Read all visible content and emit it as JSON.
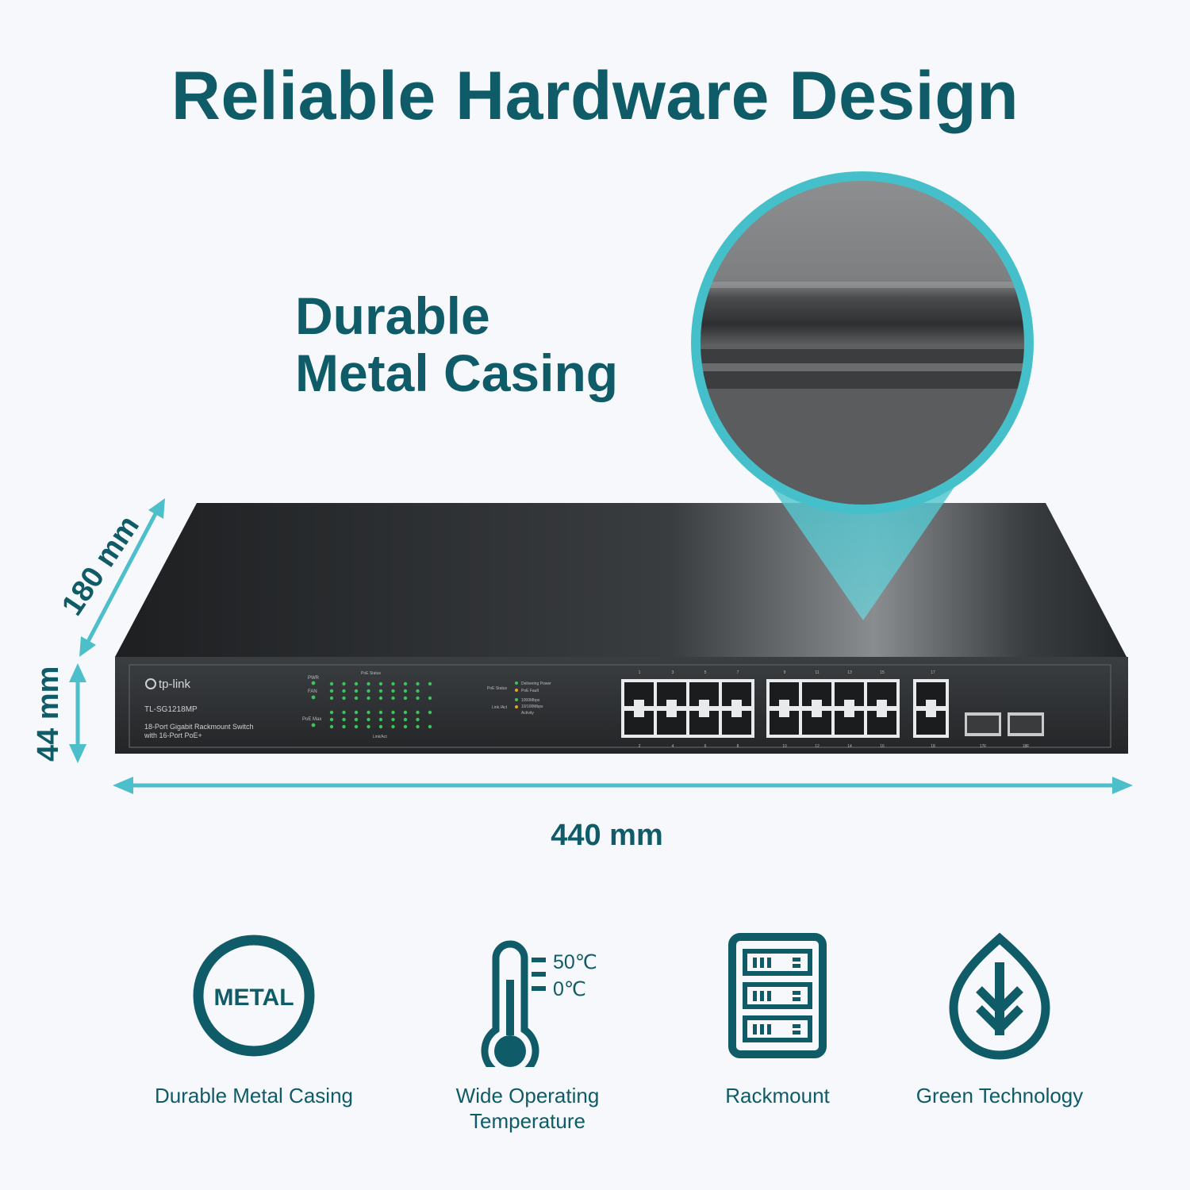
{
  "title": "Reliable Hardware Design",
  "headline": {
    "line1": "Durable",
    "line2": "Metal Casing"
  },
  "device": {
    "brand": "tp-link",
    "model": "TL-SG1218MP",
    "description_line1": "18-Port Gigabit Rackmount Switch",
    "description_line2": "with 16-Port PoE+",
    "led_labels": {
      "pwr": "PWR",
      "fan": "FAN",
      "poe_max": "PoE Max",
      "poe_status": "PoE Status",
      "link_act": "Link/Act"
    },
    "legend": {
      "poe_status": "PoE Status",
      "delivering": "Delivering Power",
      "fault": "PoE Fault",
      "link_act": "Link /Act",
      "speed_1000": "1000Mbps",
      "speed_10_100": "10/100Mbps",
      "activity": "Activity"
    },
    "port_top_numbers": [
      "1",
      "3",
      "5",
      "7",
      "9",
      "11",
      "13",
      "15",
      "17"
    ],
    "port_bottom_numbers": [
      "2",
      "4",
      "6",
      "8",
      "10",
      "12",
      "14",
      "16",
      "18"
    ],
    "sfp_labels": [
      "17F",
      "18F"
    ]
  },
  "dimensions": {
    "width": "440 mm",
    "height": "44 mm",
    "depth": "180 mm"
  },
  "features": [
    {
      "label": "Durable Metal Casing",
      "icon": "metal-badge-icon",
      "icon_text": "METAL"
    },
    {
      "label": "Wide Operating Temperature",
      "icon": "thermometer-icon",
      "temp_high": "50℃",
      "temp_low": "0℃"
    },
    {
      "label": "Rackmount",
      "icon": "rack-server-icon"
    },
    {
      "label": "Green Technology",
      "icon": "leaf-icon"
    }
  ],
  "colors": {
    "brand_teal": "#0f5b67",
    "accent_cyan": "#45c0ca",
    "device_body": "#2a2c2e",
    "background": "#f6f8fb"
  }
}
